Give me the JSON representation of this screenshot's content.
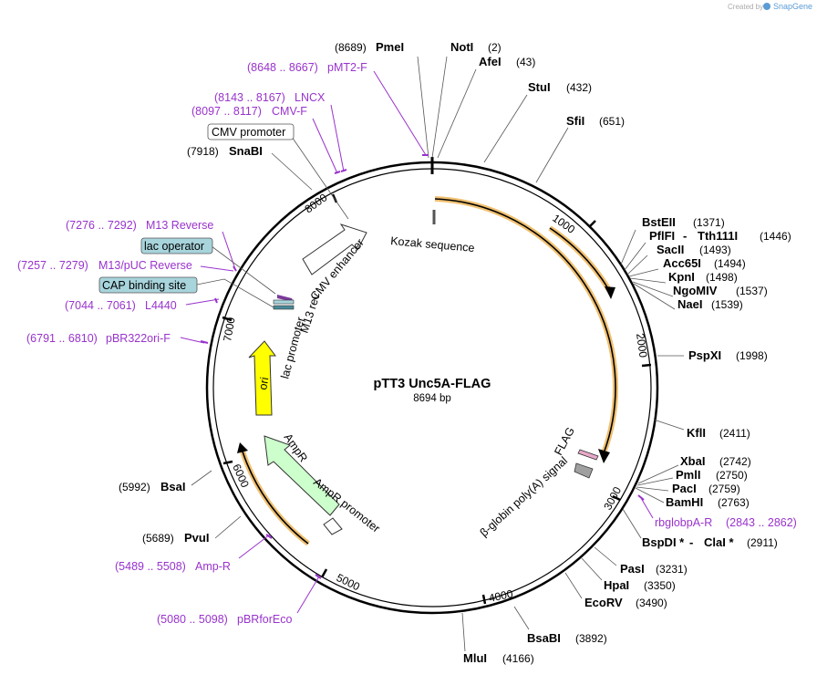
{
  "credit": {
    "text": "Created by",
    "brand": "SnapGene"
  },
  "plasmid": {
    "name": "pTT3 Unc5A-FLAG",
    "size": "8694 bp"
  },
  "ticks": [
    "1000",
    "2000",
    "3000",
    "4000",
    "5000",
    "6000",
    "7000",
    "8000"
  ],
  "enzymes": [
    {
      "name": "PmeI",
      "pos": "(8689)"
    },
    {
      "name": "NotI",
      "pos": "(2)"
    },
    {
      "name": "AfeI",
      "pos": "(43)"
    },
    {
      "name": "StuI",
      "pos": "(432)"
    },
    {
      "name": "SfiI",
      "pos": "(651)"
    },
    {
      "name": "BstEII",
      "pos": "(1371)"
    },
    {
      "name": "PflFI",
      "sep": " - ",
      "name2": "Tth111I",
      "pos": "(1446)"
    },
    {
      "name": "SacII",
      "pos": "(1493)"
    },
    {
      "name": "Acc65I",
      "pos": "(1494)"
    },
    {
      "name": "KpnI",
      "pos": "(1498)"
    },
    {
      "name": "NgoMIV",
      "pos": "(1537)"
    },
    {
      "name": "NaeI",
      "pos": "(1539)"
    },
    {
      "name": "PspXI",
      "pos": "(1998)"
    },
    {
      "name": "KflI",
      "pos": "(2411)"
    },
    {
      "name": "XbaI",
      "pos": "(2742)"
    },
    {
      "name": "PmlI",
      "pos": "(2750)"
    },
    {
      "name": "PacI",
      "pos": "(2759)"
    },
    {
      "name": "BamHI",
      "pos": "(2763)"
    },
    {
      "name": "BspDI *",
      "sep": " - ",
      "name2": "ClaI *",
      "pos": "(2911)"
    },
    {
      "name": "PasI",
      "pos": "(3231)"
    },
    {
      "name": "HpaI",
      "pos": "(3350)"
    },
    {
      "name": "EcoRV",
      "pos": "(3490)"
    },
    {
      "name": "BsaBI",
      "pos": "(3892)"
    },
    {
      "name": "MluI",
      "pos": "(4166)"
    },
    {
      "name": "PvuI",
      "pos": "(5689)"
    },
    {
      "name": "BsaI",
      "pos": "(5992)"
    },
    {
      "name": "SnaBI",
      "pos": "(7918)"
    }
  ],
  "primers": [
    {
      "range": "(8648 .. 8667)",
      "name": "pMT2-F"
    },
    {
      "range": "(8143 .. 8167)",
      "name": "LNCX"
    },
    {
      "range": "(8097 .. 8117)",
      "name": "CMV-F"
    },
    {
      "range": "(7276 .. 7292)",
      "name": "M13 Reverse"
    },
    {
      "range": "(7257 .. 7279)",
      "name": "M13/pUC Reverse"
    },
    {
      "range": "(7044 .. 7061)",
      "name": "L4440"
    },
    {
      "range": "(6791 .. 6810)",
      "name": "pBR322ori-F"
    },
    {
      "range": "(5489 .. 5508)",
      "name": "Amp-R"
    },
    {
      "range": "(5080 .. 5098)",
      "name": "pBRforEco"
    },
    {
      "name": "rbglobpA-R",
      "range": "(2843 .. 2862)"
    }
  ],
  "boxed_labels": [
    {
      "text": "CMV promoter",
      "fill": "#ffffff"
    },
    {
      "text": "lac operator",
      "fill": "#a8d4dc"
    },
    {
      "text": "CAP binding site",
      "fill": "#a8d4dc"
    }
  ],
  "features": {
    "kozak": "Kozak sequence",
    "cmv_enhancer": "CMV enhancer",
    "m13_rev": "M13 rev",
    "lac_promoter": "lac promoter",
    "ori": "ori",
    "ampr": "AmpR",
    "ampr_promoter": "AmpR promoter",
    "flag": "FLAG",
    "globin": "β-globin poly(A) signal"
  },
  "colors": {
    "primer": "#9933cc",
    "orf": "#f0c070",
    "ori": "#ffff00",
    "ampr": "#ccffcc",
    "feature_box": "#a8d4dc",
    "flag": "#e8a8c8",
    "polya": "#a0a0a0"
  }
}
